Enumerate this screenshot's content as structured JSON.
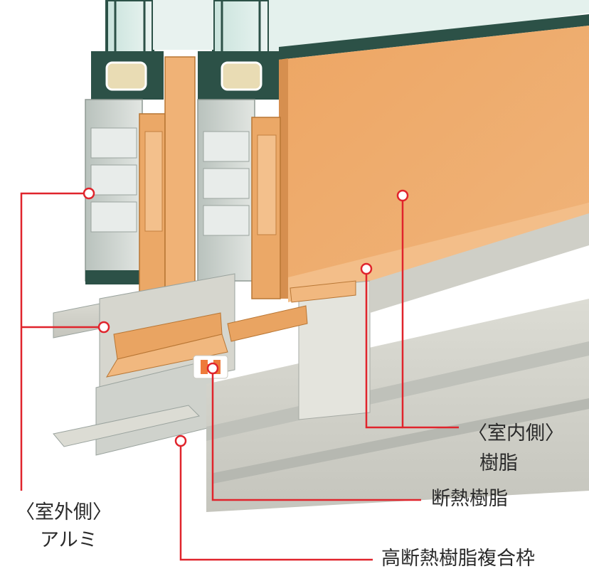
{
  "labels": {
    "indoor_side": "〈室内側〉",
    "indoor_material": "樹脂",
    "thermal_break": "断熱樹脂",
    "outdoor_side": "〈室外側〉",
    "outdoor_material": "アルミ",
    "frame": "高断熱樹脂複合枠"
  },
  "colors": {
    "leader_line": "#e0242c",
    "resin": "#eaa96a",
    "aluminum": "#d9d9d2",
    "glass": "#d8ebe6",
    "glazing_gasket": "#2c5147"
  }
}
